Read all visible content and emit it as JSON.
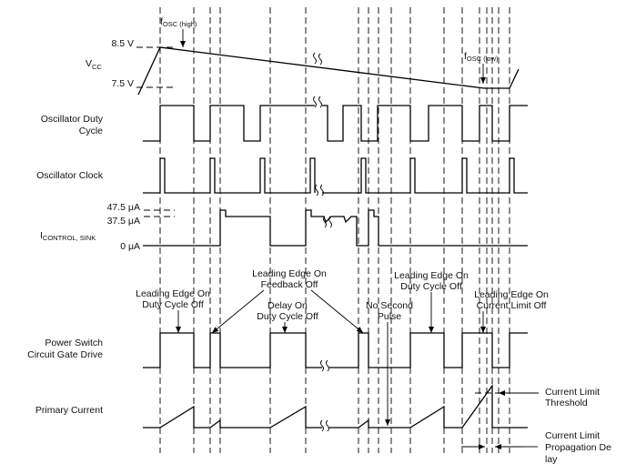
{
  "signals": {
    "vcc": {
      "label": "V",
      "sub": "CC",
      "level_high": "8.5 V",
      "level_low": "7.5 V"
    },
    "duty": {
      "line1": "Oscillator Duty",
      "line2": "Cycle"
    },
    "clock": {
      "label": "Oscillator Clock"
    },
    "icontrol": {
      "label": "I",
      "sub": "CONTROL, SINK",
      "level_1": "47.5 μA",
      "level_2": "37.5 μA",
      "level_0": "0 μA"
    },
    "gate": {
      "line1": "Power Switch",
      "line2": "Circuit Gate Drive"
    },
    "current": {
      "label": "Primary Current"
    }
  },
  "annotations": {
    "fosc_high": {
      "main": "f",
      "sub": "OSC (high)"
    },
    "fosc_low": {
      "main": "f",
      "sub": "OSC (low)"
    },
    "le_duty_1": {
      "line1": "Leading Edge On",
      "line2": "Duty Cycle Off"
    },
    "le_feedback": {
      "line1": "Leading Edge On",
      "line2": "Feedback Off"
    },
    "delay_duty": {
      "line1": "Delay On",
      "line2": "Duty Cycle Off"
    },
    "no_second": {
      "line1": "No Second",
      "line2": "Pulse"
    },
    "le_duty_2": {
      "line1": "Leading Edge On",
      "line2": "Duty Cycle Off"
    },
    "le_current": {
      "line1": "Leading Edge On",
      "line2": "Current Limit Off"
    },
    "cl_threshold": {
      "line1": "Current Limit",
      "line2": "Threshold"
    },
    "cl_prop": {
      "line1": "Current Limit",
      "line2": "Propagation De",
      "line3": "lay"
    }
  }
}
